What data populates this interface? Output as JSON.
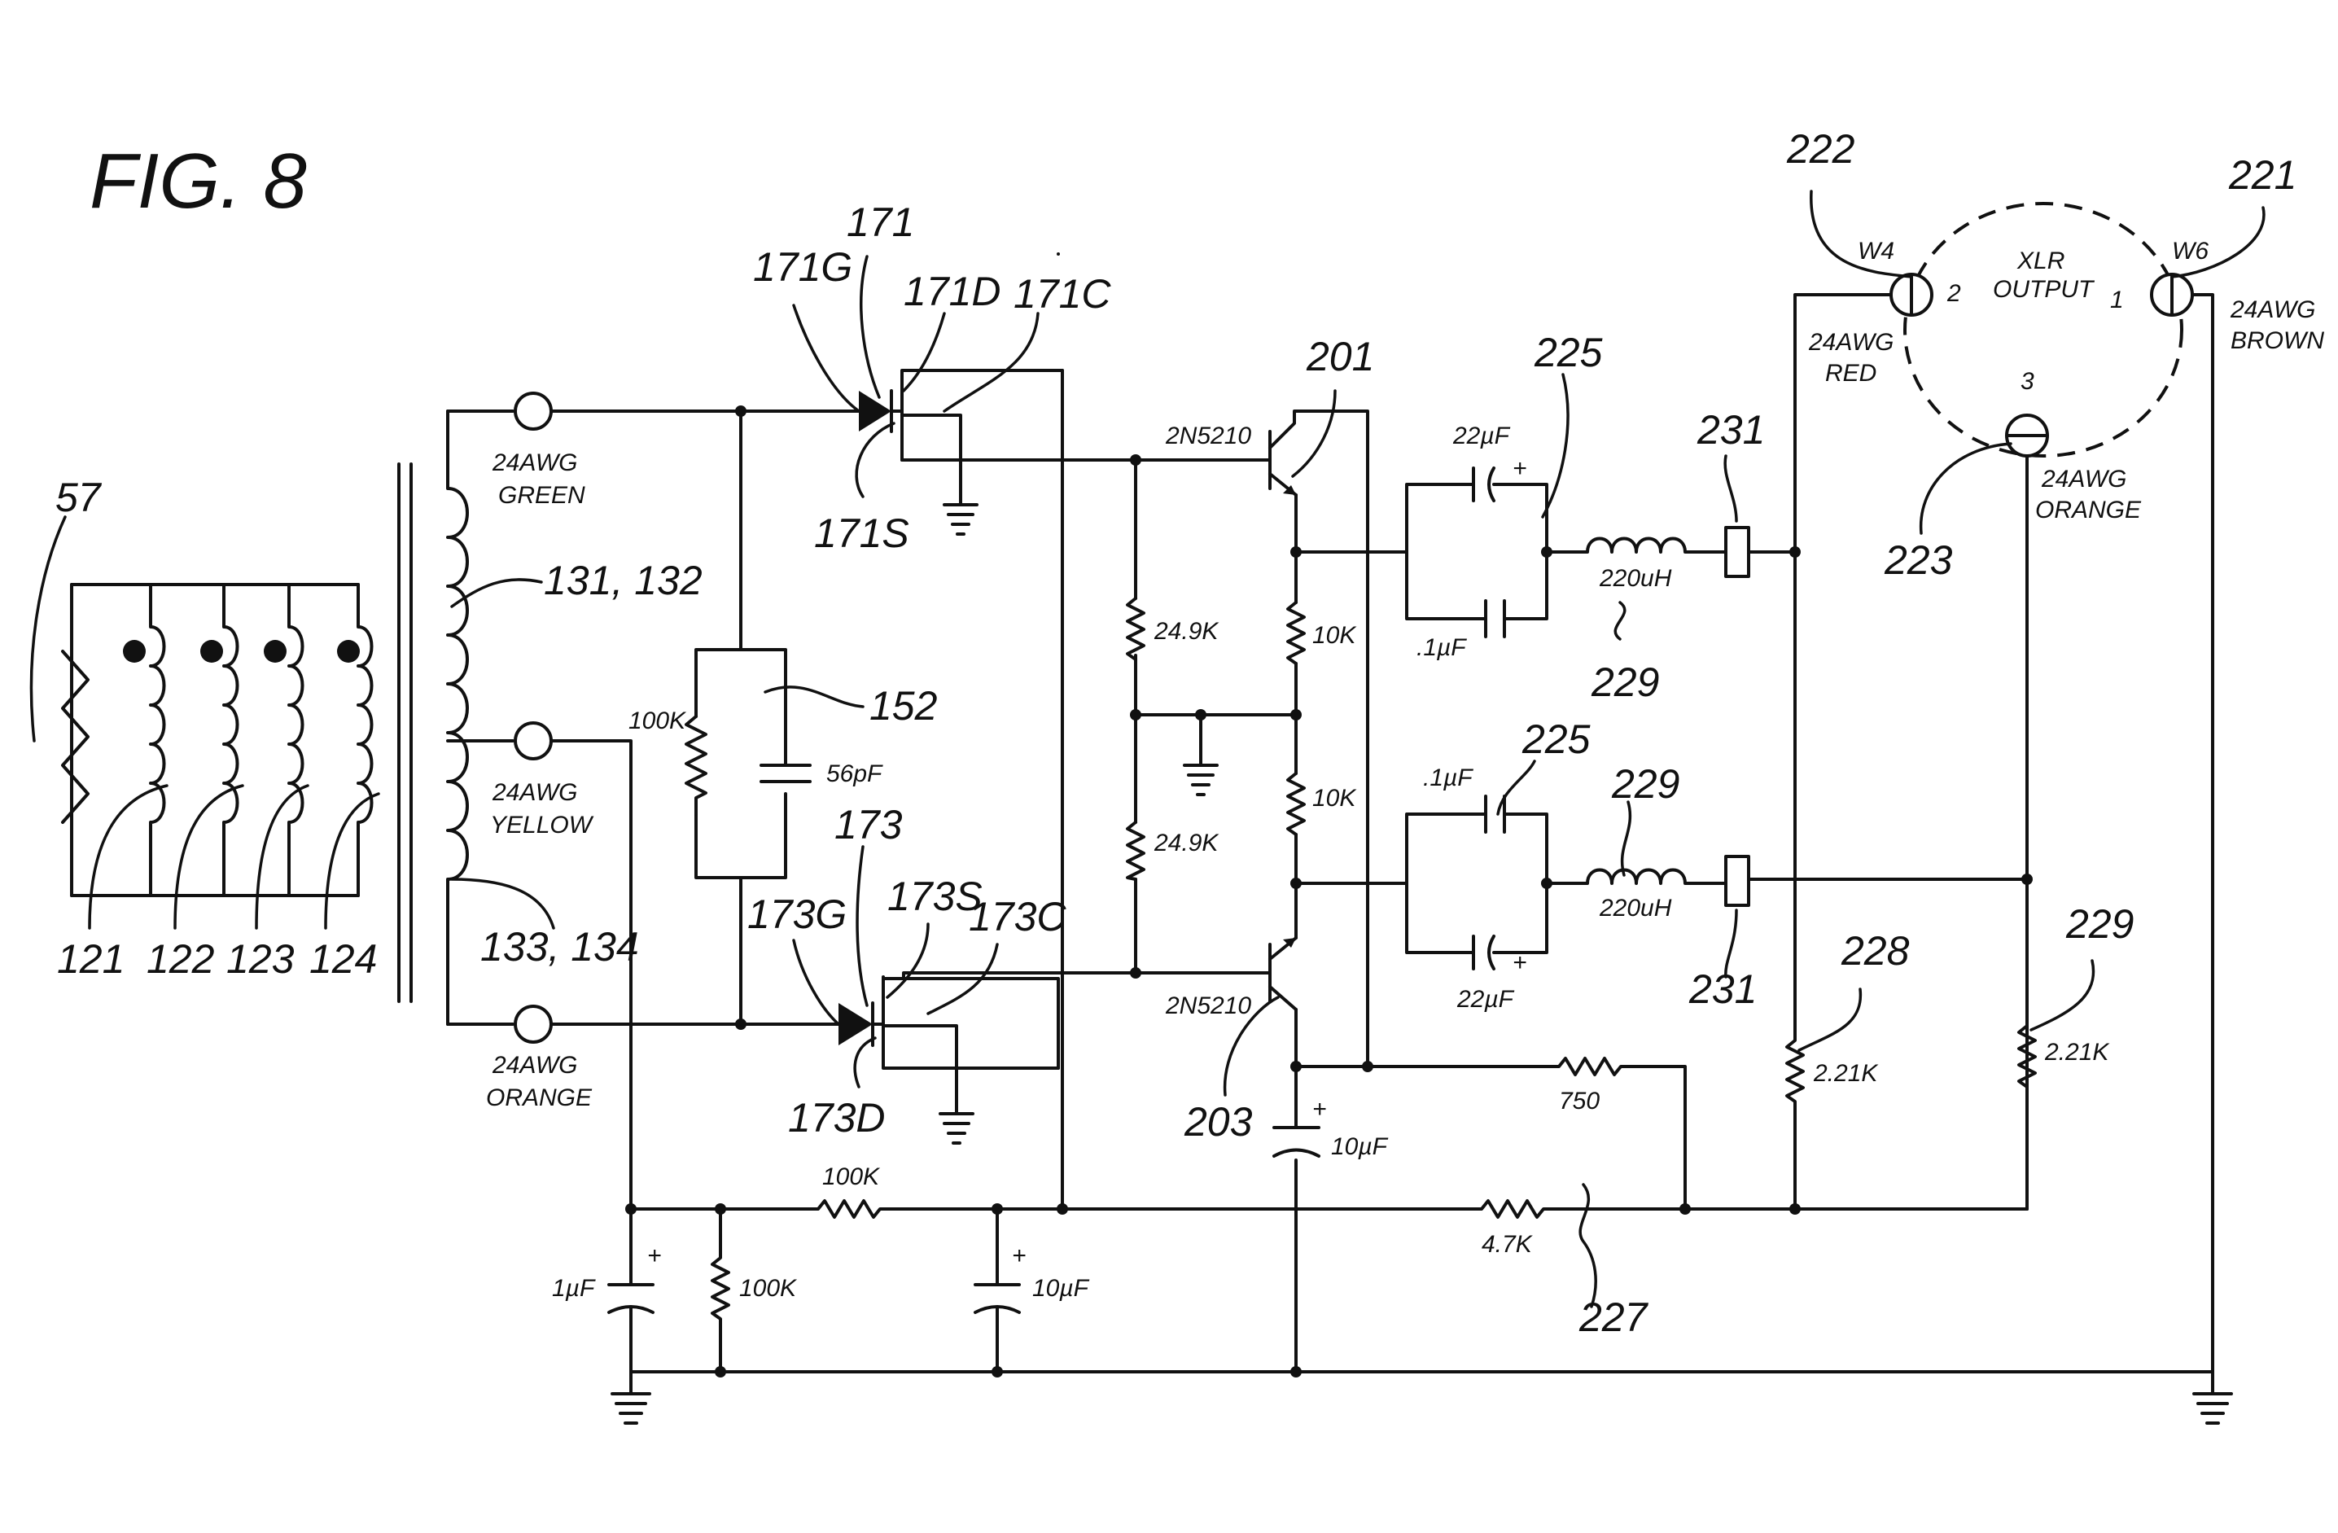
{
  "figure": {
    "title": "FIG. 8"
  },
  "refs": {
    "r57": "57",
    "r121": "121",
    "r122": "122",
    "r123": "123",
    "r124": "124",
    "r131": "131, 132",
    "r133": "133, 134",
    "r152": "152",
    "r171": "171",
    "r171g": "171G",
    "r171d": "171D",
    "r171c": "171C",
    "r171s": "171S",
    "r173": "173",
    "r173g": "173G",
    "r173s": "173S",
    "r173c": "173C",
    "r173d": "173D",
    "r201": "201",
    "r203": "203",
    "r221": "221",
    "r222": "222",
    "r223": "223",
    "r225a": "225",
    "r225b": "225",
    "r227": "227",
    "r228": "228",
    "r229a": "229",
    "r229b": "229",
    "r229c": "229",
    "r231a": "231",
    "r231b": "231"
  },
  "wires": {
    "green_l1": "24AWG",
    "green_l2": "GREEN",
    "yellow_l1": "24AWG",
    "yellow_l2": "YELLOW",
    "orange_l1": "24AWG",
    "orange_l2": "ORANGE",
    "red_l1": "24AWG",
    "red_l2": "RED",
    "brown_l1": "24AWG",
    "brown_l2": "BROWN",
    "xlr_orange_l1": "24AWG",
    "xlr_orange_l2": "ORANGE"
  },
  "components": {
    "r100k_a": "100K",
    "c56p": "56pF",
    "r249_a": "24.9K",
    "r249_b": "24.9K",
    "r10k_a": "10K",
    "r10k_b": "10K",
    "q201": "2N5210",
    "q203": "2N5210",
    "c22u_a": "22µF",
    "c22u_b": "22µF",
    "c01_a": ".1µF",
    "c01_b": ".1µF",
    "l220_a": "220uH",
    "l220_b": "220uH",
    "r750": "750",
    "c10u_a": "10µF",
    "c10u_b": "10µF",
    "r100k_b": "100K",
    "r100k_c": "100K",
    "c1u": "1µF",
    "r47k": "4.7K",
    "r221_a": "2.21K",
    "r221_b": "2.21K",
    "plus": "+"
  },
  "xlr": {
    "name_l1": "XLR",
    "name_l2": "OUTPUT",
    "pin1": "1",
    "pin2": "2",
    "pin3": "3",
    "w4": "W4",
    "w6": "W6"
  }
}
